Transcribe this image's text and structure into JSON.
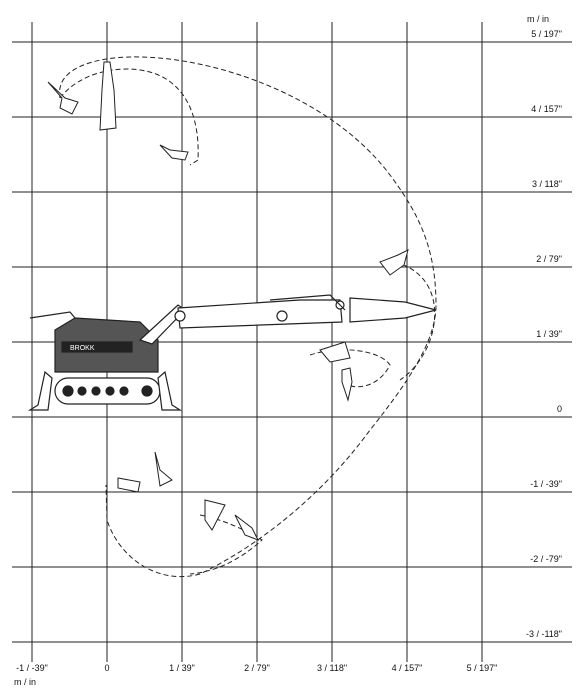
{
  "units": {
    "top": "m / in",
    "bottom": "m / in"
  },
  "y_labels": [
    "5 / 197\"",
    "4 / 157\"",
    "3 / 118\"",
    "2 / 79\"",
    "1 / 39\"",
    "0",
    "-1 / -39\"",
    "-2 / -79\"",
    "-3 / -118\""
  ],
  "x_labels": [
    "-1 / -39\"",
    "0",
    "1 / 39\"",
    "2 / 79\"",
    "3 / 118\"",
    "4 / 157\"",
    "5 / 197\""
  ],
  "machine": {
    "brand": "BROKK"
  }
}
